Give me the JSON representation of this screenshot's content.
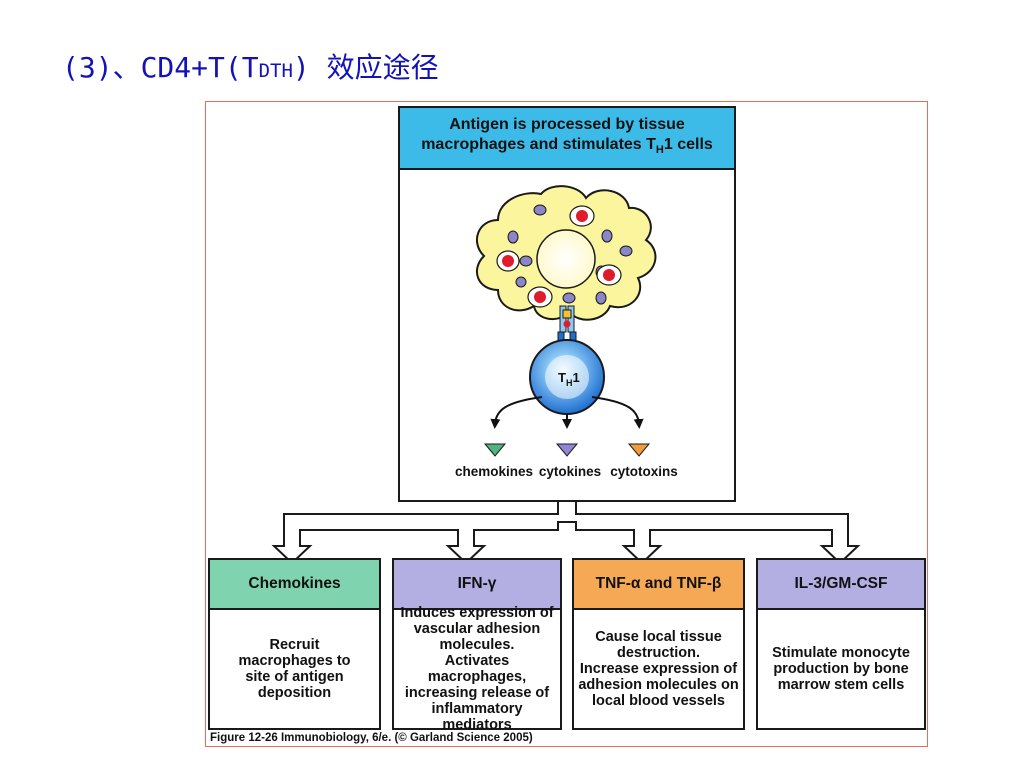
{
  "slide": {
    "title_prefix": "(3)、CD4+T(T",
    "title_sub": "DTH",
    "title_suffix": ") 效应途径"
  },
  "figure": {
    "top_box": {
      "header_line1": "Antigen is processed by tissue",
      "header_line2": "macrophages and stimulates T",
      "header_sub": "H",
      "header_tail": "1 cells",
      "cell_label": "T",
      "cell_label_sub": "H",
      "cell_label_tail": "1"
    },
    "mediators": [
      {
        "label": "chemokines",
        "color": "#4fb383"
      },
      {
        "label": "cytokines",
        "color": "#8f86d6"
      },
      {
        "label": "cytotoxins",
        "color": "#f29a3c"
      }
    ],
    "effects": [
      {
        "header": "Chemokines",
        "color": "#7fd3ae",
        "lines": [
          "Recruit",
          "macrophages to",
          "site of antigen",
          "deposition"
        ]
      },
      {
        "header": "IFN-γ",
        "color": "#b3afe3",
        "lines": [
          "Induces expression of",
          "vascular adhesion",
          "molecules.",
          "Activates macrophages,",
          "increasing release of",
          "inflammatory mediators"
        ]
      },
      {
        "header": "TNF-α and TNF-β",
        "color": "#f6a955",
        "lines": [
          "Cause local tissue",
          "destruction.",
          "Increase expression of",
          "adhesion molecules on",
          "local blood vessels"
        ]
      },
      {
        "header": "IL-3/GM-CSF",
        "color": "#b3afe3",
        "lines": [
          "Stimulate monocyte",
          "production by bone",
          "marrow stem cells"
        ]
      }
    ],
    "caption": "Figure 12-26  Immunobiology, 6/e. (© Garland Science 2005)"
  },
  "colors": {
    "title": "#1212b8",
    "macrophage_fill": "#fbf59e",
    "th1_blue": "#1e6fd0",
    "antigen_red": "#e01b2a",
    "vesicle_purple": "#8a86c8",
    "frame_border": "#f06a5a"
  }
}
